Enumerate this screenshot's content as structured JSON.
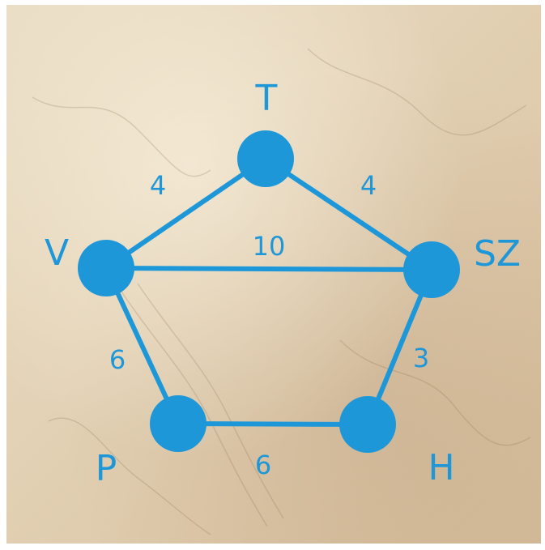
{
  "graph": {
    "nodes": [
      {
        "id": "T",
        "label": "T"
      },
      {
        "id": "V",
        "label": "V"
      },
      {
        "id": "SZ",
        "label": "SZ"
      },
      {
        "id": "P",
        "label": "P"
      },
      {
        "id": "H",
        "label": "H"
      }
    ],
    "edges": [
      {
        "from": "V",
        "to": "T",
        "weight": "4"
      },
      {
        "from": "T",
        "to": "SZ",
        "weight": "4"
      },
      {
        "from": "V",
        "to": "SZ",
        "weight": "10"
      },
      {
        "from": "V",
        "to": "P",
        "weight": "6"
      },
      {
        "from": "SZ",
        "to": "H",
        "weight": "3"
      },
      {
        "from": "P",
        "to": "H",
        "weight": "6"
      }
    ]
  },
  "colors": {
    "graph": "#1e97d9",
    "background": "#e3d2b6"
  }
}
